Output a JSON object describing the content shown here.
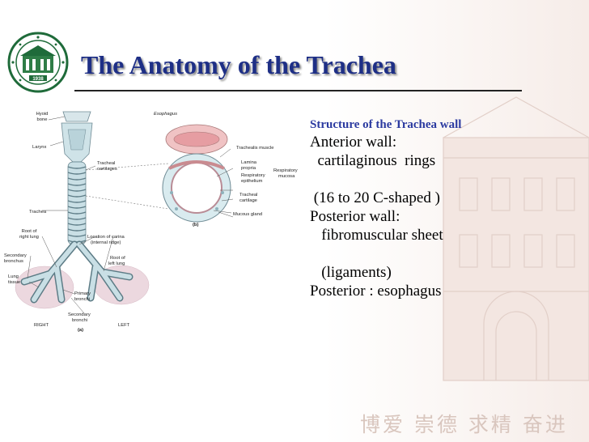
{
  "slide": {
    "title": "The Anatomy of the Trachea",
    "motto": "博爱 崇德 求精 奋进"
  },
  "logo": {
    "year": "1938"
  },
  "figure": {
    "labels": {
      "hyoid": "Hyoid",
      "bone": "bone",
      "esophagus": "Esophagus",
      "larynx": "Larynx",
      "trachealis": "Trachealis muscle",
      "tracheal_cart_1": "Tracheal",
      "tracheal_cart_2": "cartilages",
      "lamina_1": "Lamina",
      "lamina_2": "propria",
      "resp_epi_1": "Respiratory",
      "resp_epi_2": "epithelium",
      "resp_mucosa_1": "Respiratory",
      "resp_mucosa_2": "mucosa",
      "tracheal_cartilage_1": "Tracheal",
      "tracheal_cartilage_2": "cartilage",
      "trachea": "Trachea",
      "mucous_gland": "Mucous gland",
      "panel_b": "(b)",
      "root_right_1": "Root of",
      "root_right_2": "right lung",
      "carina_1": "Location of carina",
      "carina_2": "(internal ridge)",
      "root_left_1": "Root of",
      "root_left_2": "left lung",
      "secondary_1": "Secondary",
      "secondary_2": "bronchus",
      "lung_1": "Lung",
      "lung_2": "tissue",
      "primary_1": "Primary",
      "primary_2": "bronchi",
      "sec_bronchi_1": "Secondary",
      "sec_bronchi_2": "bronchi",
      "right": "RIGHT",
      "panel_a": "(a)",
      "left": "LEFT"
    }
  },
  "content": {
    "subhead": "Structure of the Trachea wall",
    "lines": [
      "Anterior wall:",
      "  cartilaginous  rings",
      "",
      " (16 to 20 C-shaped )",
      "Posterior wall:",
      "   fibromuscular sheet",
      "",
      "   (ligaments)",
      "Posterior : esophagus"
    ]
  }
}
